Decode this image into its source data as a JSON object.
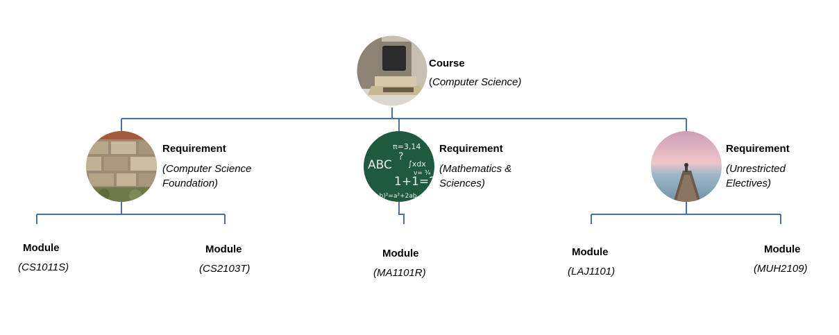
{
  "course": {
    "title": "Course",
    "subtitle_open": "(",
    "subtitle_name": "Computer Science)",
    "icon": "computer-icon"
  },
  "requirements": [
    {
      "title": "Requirement",
      "subtitle": [
        "(Computer Science",
        "Foundation)"
      ],
      "icon": "stone-wall-icon"
    },
    {
      "title": "Requirement",
      "subtitle": [
        "(Mathematics &",
        "Sciences)"
      ],
      "icon": "chalkboard-math-icon"
    },
    {
      "title": "Requirement",
      "subtitle": [
        "(Unrestricted",
        "Electives)"
      ],
      "icon": "pier-sunset-icon"
    }
  ],
  "modules": [
    {
      "title": "Module",
      "code": "(CS1011S)"
    },
    {
      "title": "Module",
      "code": "(CS2103T)"
    },
    {
      "title": "Module",
      "code": "(MA1101R)"
    },
    {
      "title": "Module",
      "code": "(LAJ1101)"
    },
    {
      "title": "Module",
      "code": "(MUH2109)"
    }
  ],
  "colors": {
    "connector": "#4a6fa5"
  }
}
